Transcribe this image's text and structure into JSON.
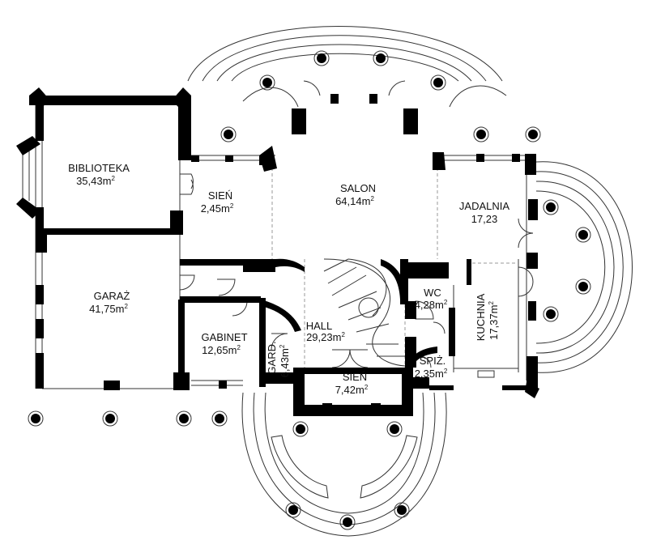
{
  "rooms": [
    {
      "id": "biblioteka",
      "name": "BIBLIOTEKA",
      "area": "35,43m",
      "unit_sup": "2"
    },
    {
      "id": "sien-left",
      "name": "SIEŃ",
      "area": "2,45m",
      "unit_sup": "2"
    },
    {
      "id": "salon",
      "name": "SALON",
      "area": "64,14m",
      "unit_sup": "2"
    },
    {
      "id": "jadalnia",
      "name": "JADALNIA",
      "area": "17,23",
      "unit_sup": ""
    },
    {
      "id": "garaz",
      "name": "GARAŻ",
      "area": "41,75m",
      "unit_sup": "2"
    },
    {
      "id": "gabinet",
      "name": "GABINET",
      "area": "12,65m",
      "unit_sup": "2"
    },
    {
      "id": "hall",
      "name": "HALL",
      "area": "29,23m",
      "unit_sup": "2"
    },
    {
      "id": "wc",
      "name": "WC",
      "area": "4,28m",
      "unit_sup": "2"
    },
    {
      "id": "kuchnia",
      "name": "KUCHNIA",
      "area": "17,37m",
      "unit_sup": "2"
    },
    {
      "id": "gard",
      "name": "GARD.",
      "area": "6,43m",
      "unit_sup": "2"
    },
    {
      "id": "spiz",
      "name": "SPIŻ.",
      "area": "2,35m",
      "unit_sup": "2"
    },
    {
      "id": "sien-front",
      "name": "SIEŃ",
      "area": "7,42m",
      "unit_sup": "2"
    }
  ]
}
